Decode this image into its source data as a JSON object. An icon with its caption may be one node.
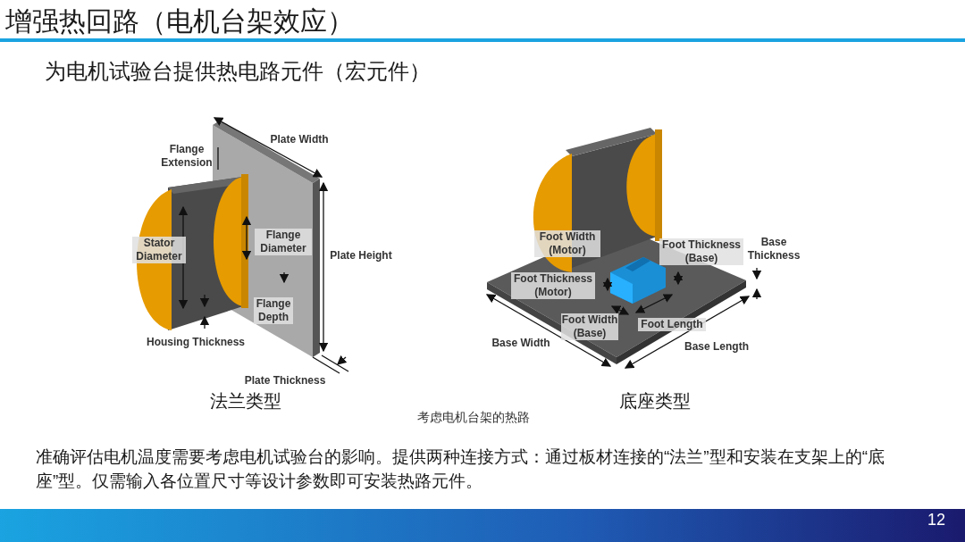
{
  "diagram": {
    "title": "增强热回路（电机台架效应）",
    "caption": "考虑电机台架的热路",
    "labels": [
      "为电机试验台提供热电路元件（宏元件）",
      "Plate Width",
      "Flange Extension",
      "Stator Diameter",
      "Flange Diameter",
      "Plate Height",
      "Flange Depth",
      "Housing Thickness",
      "Plate Thickness",
      "法兰类型",
      "Foot Width (Motor)",
      "Foot Thickness (Base)",
      "Base Thickness",
      "Foot Thickness (Motor)",
      "Foot Width (Base)",
      "Foot Length",
      "Base Width",
      "Base Length",
      "底座类型",
      "准确评估电机温度需要考虑电机试验台的影响。提供两种连接方式：通过板材连接的“法兰”型和安装在支架上的“底座”型。仅需输入各位置尺寸等设计参数即可安装热路元件。",
      "12"
    ]
  }
}
